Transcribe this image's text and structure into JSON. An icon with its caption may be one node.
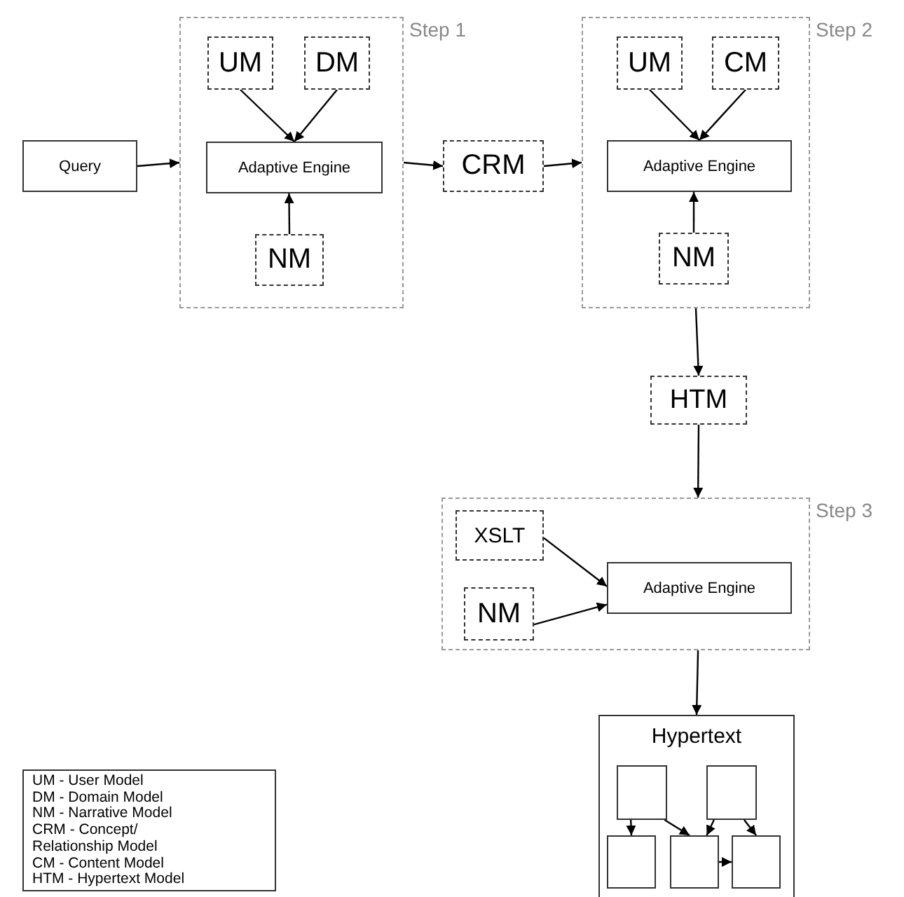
{
  "diagram": {
    "nodes": [
      {
        "text": [
          "Query"
        ]
      },
      {
        "text": [
          "Step 1"
        ]
      },
      {
        "text": [
          "UM"
        ],
        "in": 1
      },
      {
        "text": [
          "DM"
        ],
        "in": 1
      },
      {
        "text": [
          "Adaptive Engine"
        ],
        "in": 1
      },
      {
        "text": [
          "NM"
        ],
        "in": 1
      },
      {
        "text": [
          "CRM"
        ]
      },
      {
        "text": [
          "Step 2"
        ]
      },
      {
        "text": [
          "UM"
        ],
        "in": 7
      },
      {
        "text": [
          "CM"
        ],
        "in": 7
      },
      {
        "text": [
          "Adaptive Engine"
        ],
        "in": 7
      },
      {
        "text": [
          "NM"
        ],
        "in": 7
      },
      {
        "text": [
          "HTM"
        ]
      },
      {
        "text": [
          "Step 3"
        ]
      },
      {
        "text": [
          "XSLT"
        ],
        "in": 13
      },
      {
        "text": [
          "NM"
        ],
        "in": 13
      },
      {
        "text": [
          "Adaptive Engine"
        ],
        "in": 13
      },
      {
        "text": [
          "Hypertext"
        ]
      },
      {
        "text": [],
        "shape": "box",
        "in": 17
      },
      {
        "text": [],
        "shape": "box",
        "in": 17
      },
      {
        "text": [],
        "shape": "box",
        "in": 17
      },
      {
        "text": [],
        "shape": "box",
        "in": 17
      },
      {
        "text": [],
        "shape": "box",
        "in": 17
      }
    ],
    "edges": [
      {
        "from": 0,
        "to": 1,
        "arrow": "to"
      },
      {
        "from": 2,
        "to": 4,
        "arrow": "to"
      },
      {
        "from": 3,
        "to": 4,
        "arrow": "to"
      },
      {
        "from": 5,
        "to": 4,
        "arrow": "to"
      },
      {
        "from": 1,
        "to": 6,
        "arrow": "to"
      },
      {
        "from": 6,
        "to": 7,
        "arrow": "to"
      },
      {
        "from": 8,
        "to": 10,
        "arrow": "to"
      },
      {
        "from": 9,
        "to": 10,
        "arrow": "to"
      },
      {
        "from": 11,
        "to": 10,
        "arrow": "to"
      },
      {
        "from": 7,
        "to": 12,
        "arrow": "to"
      },
      {
        "from": 12,
        "to": 13,
        "arrow": "to"
      },
      {
        "from": 14,
        "to": 16,
        "arrow": "to"
      },
      {
        "from": 15,
        "to": 16,
        "arrow": "to"
      },
      {
        "from": 13,
        "to": 17,
        "arrow": "to"
      },
      {
        "from": 18,
        "to": 20,
        "arrow": "to"
      },
      {
        "from": 18,
        "to": 21,
        "arrow": "to"
      },
      {
        "from": 19,
        "to": 21,
        "arrow": "to"
      },
      {
        "from": 19,
        "to": 22,
        "arrow": "to"
      },
      {
        "from": 21,
        "to": 22,
        "arrow": "to"
      }
    ],
    "labels": [
      "UM - User Model",
      "DM - Domain Model",
      "NM - Narrative Model",
      "CRM - Concept/ Relationship Model",
      "CM - Content Model",
      "HTM - Hypertext Model"
    ]
  }
}
